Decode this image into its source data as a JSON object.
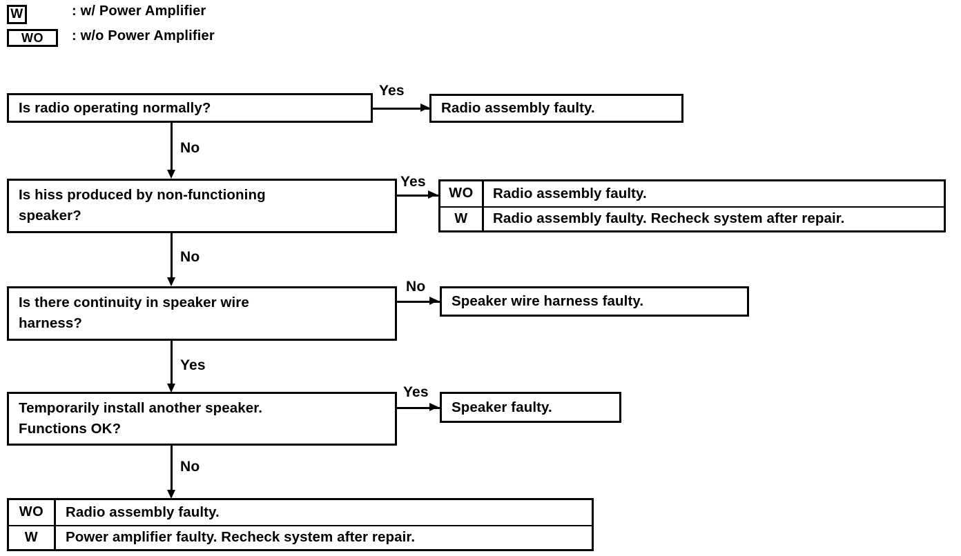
{
  "legend": {
    "items": [
      {
        "tag": "W",
        "text": ": w/ Power Amplifier"
      },
      {
        "tag": "WO",
        "text": ": w/o Power Amplifier"
      }
    ]
  },
  "flow": {
    "questions": [
      {
        "text": "Is radio operating normally?"
      },
      {
        "text": "Is hiss produced by non-functioning\nspeaker?"
      },
      {
        "text": "Is there continuity in speaker wire\nharness?"
      },
      {
        "text": "Temporarily install another speaker.\nFunctions OK?"
      }
    ],
    "results": [
      {
        "text": "Radio assembly faulty."
      },
      {
        "text": "Speaker wire harness faulty."
      },
      {
        "text": "Speaker faulty."
      }
    ],
    "tables": [
      {
        "rows": [
          {
            "label": "WO",
            "text": "Radio assembly faulty."
          },
          {
            "label": "W",
            "text": "Radio assembly faulty.  Recheck system after repair."
          }
        ]
      },
      {
        "rows": [
          {
            "label": "WO",
            "text": "Radio assembly faulty."
          },
          {
            "label": "W",
            "text": "Power amplifier faulty.  Recheck system after repair."
          }
        ]
      }
    ],
    "edge_labels": {
      "q1_yes": "Yes",
      "q1_no": "No",
      "q2_yes": "Yes",
      "q2_no": "No",
      "q3_no": "No",
      "q3_yes": "Yes",
      "q4_yes": "Yes",
      "q4_no": "No"
    }
  },
  "colors": {
    "ink": "#000000",
    "paper": "#ffffff"
  }
}
